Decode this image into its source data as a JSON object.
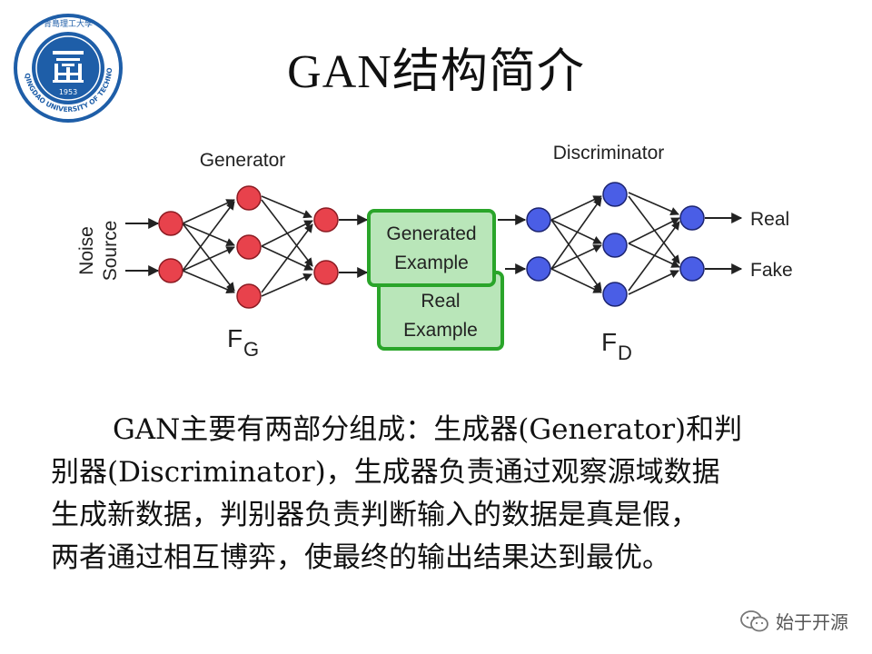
{
  "logo": {
    "ring_text": "QINGDAO UNIVERSITY OF TECHNOLOGY",
    "top_text": "青島理工大學",
    "year": "1953",
    "color": "#1e5ea8"
  },
  "title": "GAN结构简介",
  "diagram": {
    "generator_label": "Generator",
    "discriminator_label": "Discriminator",
    "noise_source_line1": "Noise",
    "noise_source_line2": "Source",
    "generated_line1": "Generated",
    "generated_line2": "Example",
    "real_line1": "Real",
    "real_line2": "Example",
    "fg_base": "F",
    "fg_sub": "G",
    "fd_base": "F",
    "fd_sub": "D",
    "output_real": "Real",
    "output_fake": "Fake",
    "generator_node_color": "#e8424c",
    "discriminator_node_color": "#4a5ee6",
    "box_border_color": "#2aa52a",
    "box_fill_color": "#b9e6b9"
  },
  "paragraph": {
    "line1": "GAN主要有两部分组成：生成器(Generator)和判",
    "line2": "别器(Discriminator)，生成器负责通过观察源域数据",
    "line3": "生成新数据，判别器负责判断输入的数据是真是假，",
    "line4": "两者通过相互博弈，使最终的输出结果达到最优。"
  },
  "watermark": {
    "text": "始于开源",
    "icon": "wechat-icon"
  }
}
